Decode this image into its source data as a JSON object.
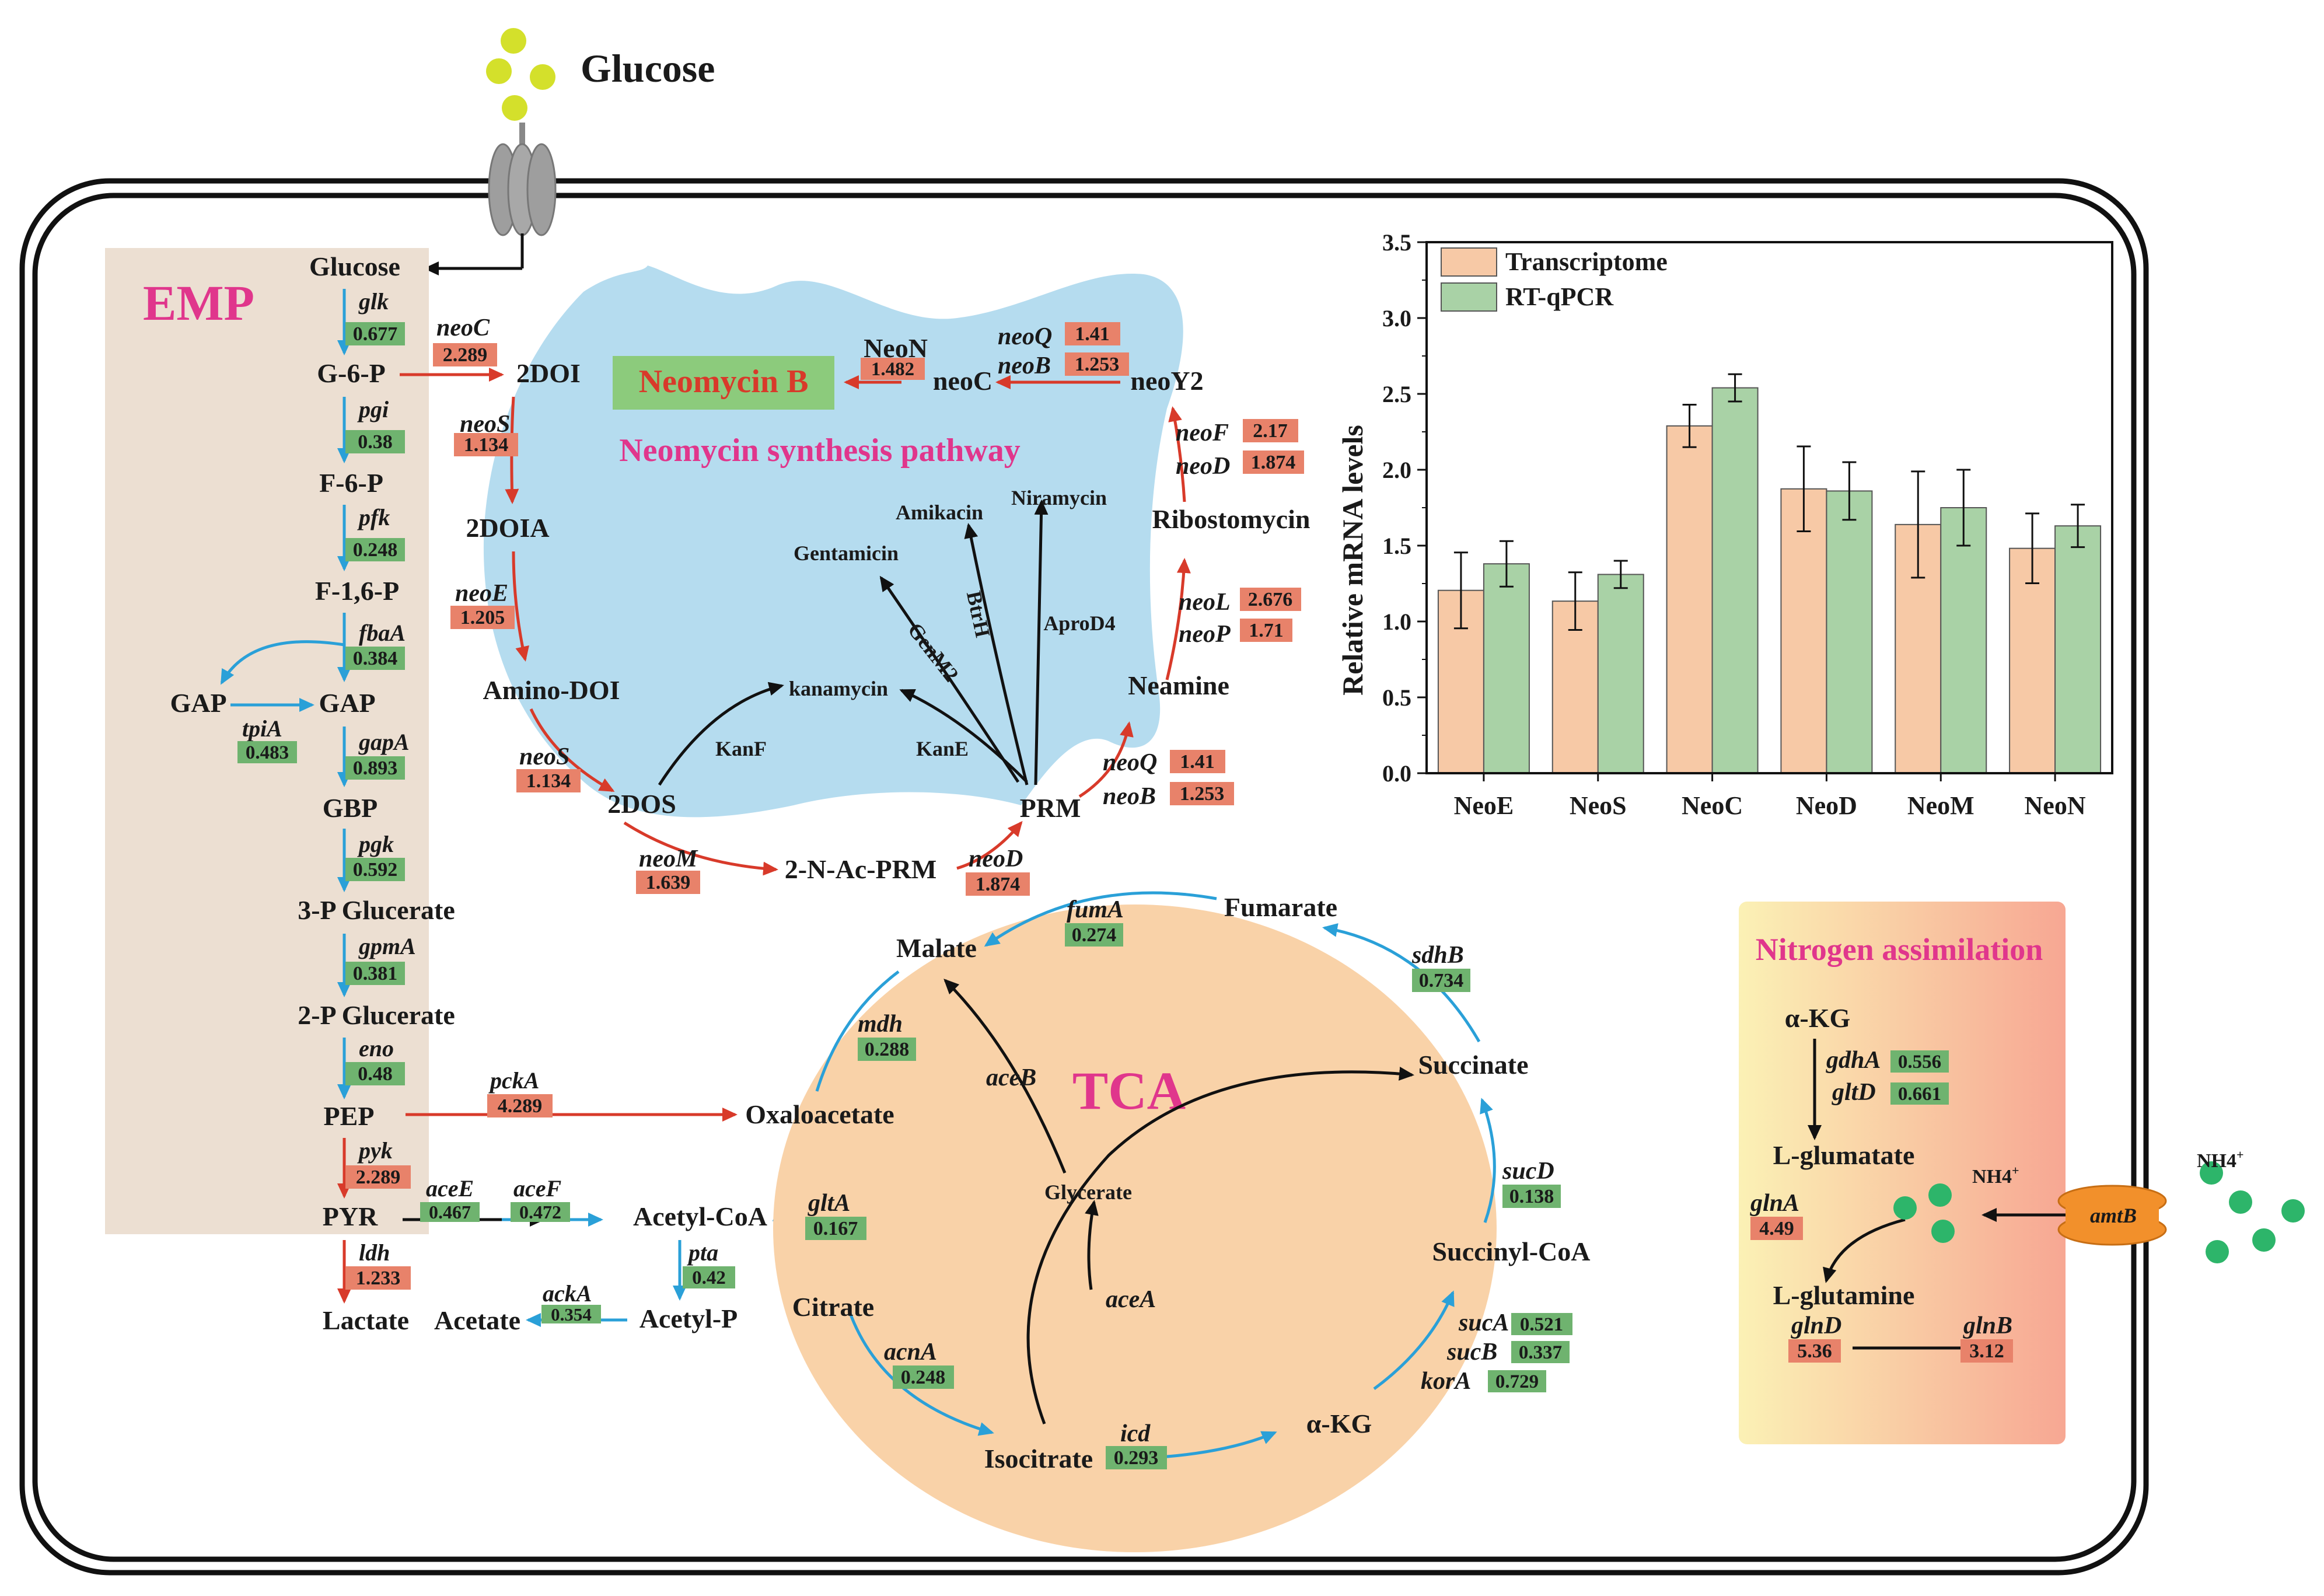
{
  "colors": {
    "up": "#e8826a",
    "down": "#6fb36f",
    "blue_arrow": "#2aa0d8",
    "red_arrow": "#d83a2a",
    "emp_bg": "#ecdfd2",
    "tca_bg": "#f9d2a8",
    "neo_bg": "#b5dcef",
    "pink_text": "#e0368c",
    "chart_transcriptome": "#f7c9a6",
    "chart_rtqpcr": "#a9d2a6"
  },
  "glucose_outside": "Glucose",
  "emp": {
    "title": "EMP",
    "metabolites": [
      "Glucose",
      "G-6-P",
      "F-6-P",
      "F-1,6-P",
      "GAP",
      "GBP",
      "3-P Glucerate",
      "2-P Glucerate",
      "PEP",
      "PYR",
      "Lactate"
    ],
    "gap_left": "GAP",
    "genes": [
      {
        "name": "glk",
        "value": "0.677",
        "dir": "down"
      },
      {
        "name": "pgi",
        "value": "0.38",
        "dir": "down"
      },
      {
        "name": "pfk",
        "value": "0.248",
        "dir": "down"
      },
      {
        "name": "fbaA",
        "value": "0.384",
        "dir": "down"
      },
      {
        "name": "gapA",
        "value": "0.893",
        "dir": "down"
      },
      {
        "name": "pgk",
        "value": "0.592",
        "dir": "down"
      },
      {
        "name": "gpmA",
        "value": "0.381",
        "dir": "down"
      },
      {
        "name": "eno",
        "value": "0.48",
        "dir": "down"
      },
      {
        "name": "pyk",
        "value": "2.289",
        "dir": "up"
      },
      {
        "name": "ldh",
        "value": "1.233",
        "dir": "up"
      }
    ],
    "tpiA": {
      "name": "tpiA",
      "value": "0.483"
    }
  },
  "acetate_branch": {
    "aceE": {
      "name": "aceE",
      "value": "0.467"
    },
    "aceF": {
      "name": "aceF",
      "value": "0.472"
    },
    "pta": {
      "name": "pta",
      "value": "0.42"
    },
    "ackA": {
      "name": "ackA",
      "value": "0.354"
    },
    "acetyl_coa": "Acetyl-CoA",
    "acetyl_p": "Acetyl-P",
    "acetate": "Acetate",
    "pckA": {
      "name": "pckA",
      "value": "4.289"
    }
  },
  "neomycin": {
    "title": "Neomycin synthesis pathway",
    "product": "Neomycin B",
    "metabolites": {
      "doi": "2DOI",
      "doia": "2DOIA",
      "amino_doi": "Amino-DOI",
      "dos": "2DOS",
      "nac_prm": "2-N-Ac-PRM",
      "prm": "PRM",
      "neamine": "Neamine",
      "ribostomycin": "Ribostomycin",
      "neoy2": "neoY2",
      "neoc": "neoC",
      "neon": "NeoN"
    },
    "branches": {
      "kanamycin": "kanamycin",
      "gentamicin": "Gentamicin",
      "amikacin": "Amikacin",
      "niramycin": "Niramycin",
      "kanF": "KanF",
      "kanE": "KanE",
      "genM2": "GenM2",
      "btrH": "BtrH",
      "aproD4": "AproD4"
    },
    "genes": {
      "neoC": {
        "name": "neoC",
        "value": "2.289"
      },
      "neoS1": {
        "name": "neoS",
        "value": "1.134"
      },
      "neoE": {
        "name": "neoE",
        "value": "1.205"
      },
      "neoS2": {
        "name": "neoS",
        "value": "1.134"
      },
      "neoM": {
        "name": "neoM",
        "value": "1.639"
      },
      "neoD1": {
        "name": "neoD",
        "value": "1.874"
      },
      "neoQ1": {
        "name": "neoQ",
        "value": "1.41"
      },
      "neoB1": {
        "name": "neoB",
        "value": "1.253"
      },
      "neoL": {
        "name": "neoL",
        "value": "2.676"
      },
      "neoP": {
        "name": "neoP",
        "value": "1.71"
      },
      "neoF": {
        "name": "neoF",
        "value": "2.17"
      },
      "neoD2": {
        "name": "neoD",
        "value": "1.874"
      },
      "neoQ2": {
        "name": "neoQ",
        "value": "1.41"
      },
      "neoB2": {
        "name": "neoB",
        "value": "1.253"
      },
      "neoN": {
        "name": "NeoN",
        "value": "1.482"
      }
    }
  },
  "tca": {
    "title": "TCA",
    "metabolites": {
      "oxaloacetate": "Oxaloacetate",
      "citrate": "Citrate",
      "isocitrate": "Isocitrate",
      "akg": "α-KG",
      "succinyl_coa": "Succinyl-CoA",
      "succinate": "Succinate",
      "fumarate": "Fumarate",
      "malate": "Malate",
      "glycerate": "Glycerate"
    },
    "genes": {
      "gltA": {
        "name": "gltA",
        "value": "0.167"
      },
      "acnA": {
        "name": "acnA",
        "value": "0.248"
      },
      "icd": {
        "name": "icd",
        "value": "0.293"
      },
      "sucA": {
        "name": "sucA",
        "value": "0.521"
      },
      "sucB": {
        "name": "sucB",
        "value": "0.337"
      },
      "korA": {
        "name": "korA",
        "value": "0.729"
      },
      "sucD": {
        "name": "sucD",
        "value": "0.138"
      },
      "sdhB": {
        "name": "sdhB",
        "value": "0.734"
      },
      "fumA": {
        "name": "fumA",
        "value": "0.274"
      },
      "mdh": {
        "name": "mdh",
        "value": "0.288"
      },
      "aceA": "aceA",
      "aceB": "aceB"
    }
  },
  "nitrogen": {
    "title": "Nitrogen assimilation",
    "akg": "α-KG",
    "glumatate": "L-glumatate",
    "glutamine": "L-glutamine",
    "nh4": "NH4",
    "nh4_sup": "+",
    "amtB": "amtB",
    "genes": {
      "gdhA": {
        "name": "gdhA",
        "value": "0.556"
      },
      "gltD": {
        "name": "gltD",
        "value": "0.661"
      },
      "glnA": {
        "name": "glnA",
        "value": "4.49"
      },
      "glnD": {
        "name": "glnD",
        "value": "5.36"
      },
      "glnB": {
        "name": "glnB",
        "value": "3.12"
      }
    }
  },
  "chart_data": {
    "type": "bar",
    "categories": [
      "NeoE",
      "NeoS",
      "NeoC",
      "NeoD",
      "NeoM",
      "NeoN"
    ],
    "series": [
      {
        "name": "Transcriptome",
        "values": [
          1.205,
          1.134,
          2.289,
          1.874,
          1.639,
          1.482
        ],
        "errors": [
          0.25,
          0.19,
          0.14,
          0.28,
          0.35,
          0.23
        ]
      },
      {
        "name": "RT-qPCR",
        "values": [
          1.38,
          1.31,
          2.54,
          1.86,
          1.75,
          1.63
        ],
        "errors": [
          0.15,
          0.09,
          0.09,
          0.19,
          0.25,
          0.14
        ]
      }
    ],
    "ylabel": "Relative mRNA levels",
    "xlabel": "",
    "ylim": [
      0,
      3.5
    ],
    "yticks": [
      "0.0",
      "0.5",
      "1.0",
      "1.5",
      "2.0",
      "2.5",
      "3.0",
      "3.5"
    ],
    "legend_position": "top-left"
  }
}
